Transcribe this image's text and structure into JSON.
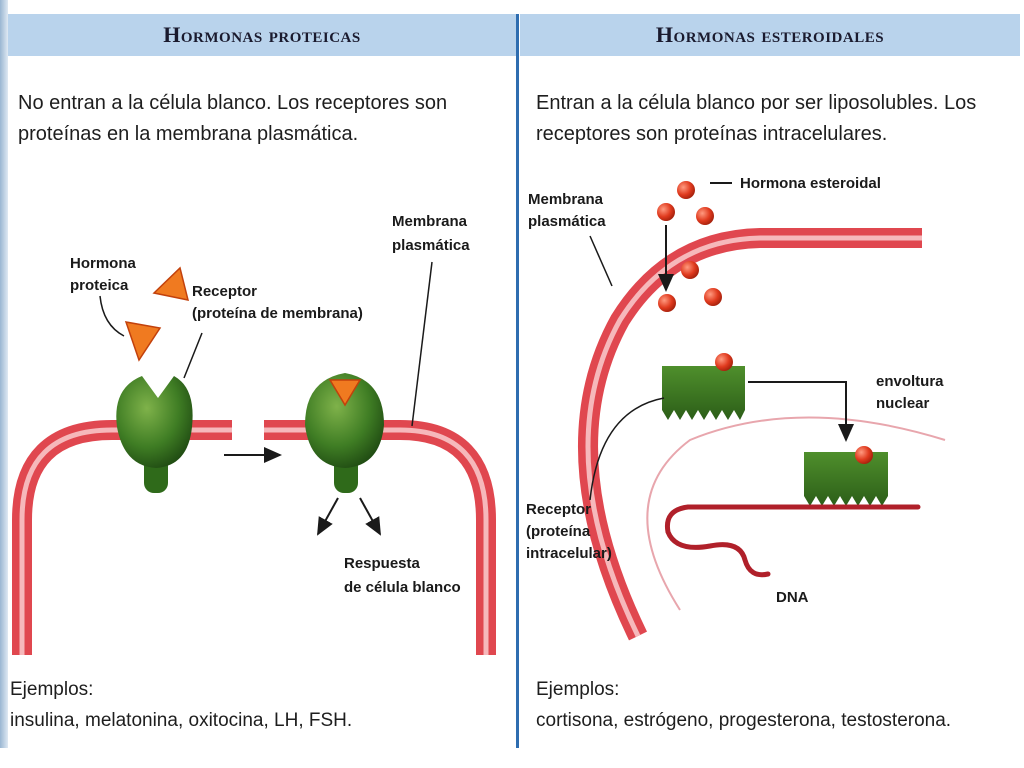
{
  "left_panel": {
    "title": "Hormonas proteicas",
    "intro": "No entran a la célula blanco. Los receptores son proteínas en la membrana plasmática.",
    "labels": {
      "hormone_line1": "Hormona",
      "hormone_line2": "proteica",
      "receptor_line1": "Receptor",
      "receptor_line2": "(proteína de membrana)",
      "membrane_line1": "Membrana",
      "membrane_line2": "plasmática",
      "response_line1": "Respuesta",
      "response_line2": "de célula blanco"
    },
    "examples_heading": "Ejemplos:",
    "examples_list": "insulina, melatonina, oxitocina, LH, FSH."
  },
  "right_panel": {
    "title": "Hormonas esteroidales",
    "intro": "Entran a la célula blanco por ser liposolubles. Los receptores son proteínas intracelulares.",
    "labels": {
      "steroid_hormone": "Hormona esteroidal",
      "membrane_line1": "Membrana",
      "membrane_line2": "plasmática",
      "envelope_line1": "envoltura",
      "envelope_line2": "nuclear",
      "receptor_line1": "Receptor",
      "receptor_line2": "(proteína",
      "receptor_line3": "intracelular)",
      "dna": "DNA"
    },
    "examples_heading": "Ejemplos:",
    "examples_list": "cortisona, estrógeno, progesterona, testosterona."
  },
  "colors": {
    "header_bg": "#b9d3ec",
    "divider": "#2e6db0",
    "membrane": "#e0474f",
    "membrane_light": "#f6b8bb",
    "receptor_green": "#3f7d24",
    "hormone_orange": "#f07a20",
    "steroid_red": "#e03a1e",
    "nuclear_envelope": "#e8a6ad"
  }
}
